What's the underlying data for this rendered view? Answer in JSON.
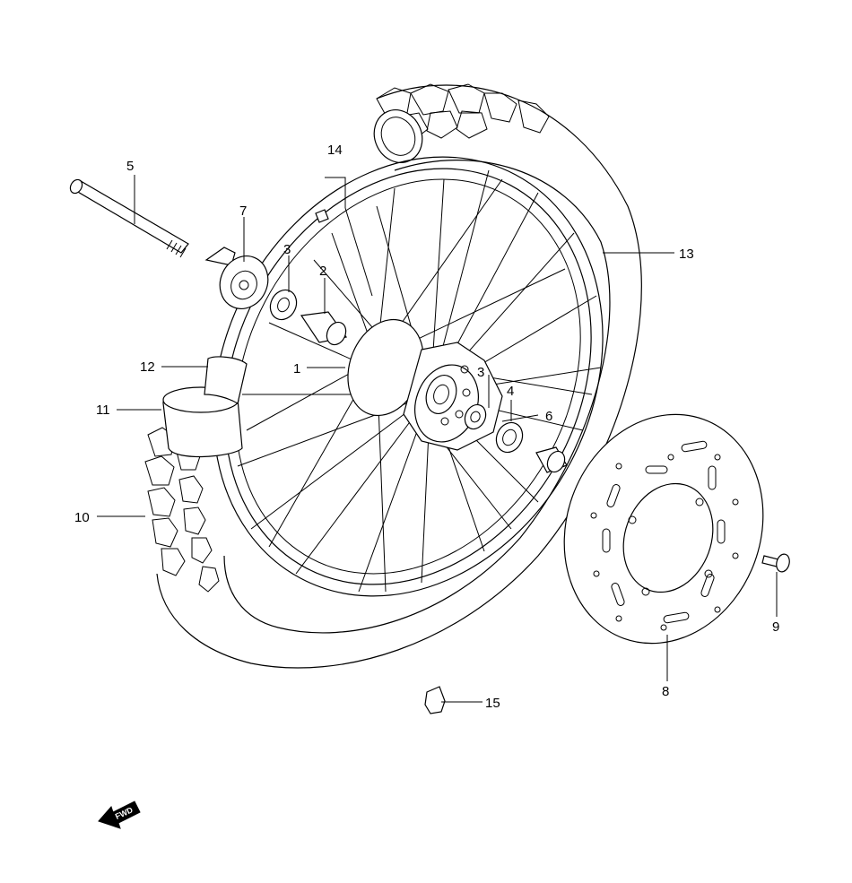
{
  "callouts": [
    {
      "id": "1",
      "text": "1"
    },
    {
      "id": "2",
      "text": "2"
    },
    {
      "id": "3a",
      "text": "3"
    },
    {
      "id": "3b",
      "text": "3"
    },
    {
      "id": "4",
      "text": "4"
    },
    {
      "id": "5",
      "text": "5"
    },
    {
      "id": "6",
      "text": "6"
    },
    {
      "id": "7",
      "text": "7"
    },
    {
      "id": "8",
      "text": "8"
    },
    {
      "id": "9",
      "text": "9"
    },
    {
      "id": "10",
      "text": "10"
    },
    {
      "id": "11",
      "text": "11"
    },
    {
      "id": "12",
      "text": "12"
    },
    {
      "id": "13",
      "text": "13"
    },
    {
      "id": "14",
      "text": "14"
    },
    {
      "id": "15",
      "text": "15"
    }
  ],
  "direction_badge": {
    "text": "FWD"
  }
}
